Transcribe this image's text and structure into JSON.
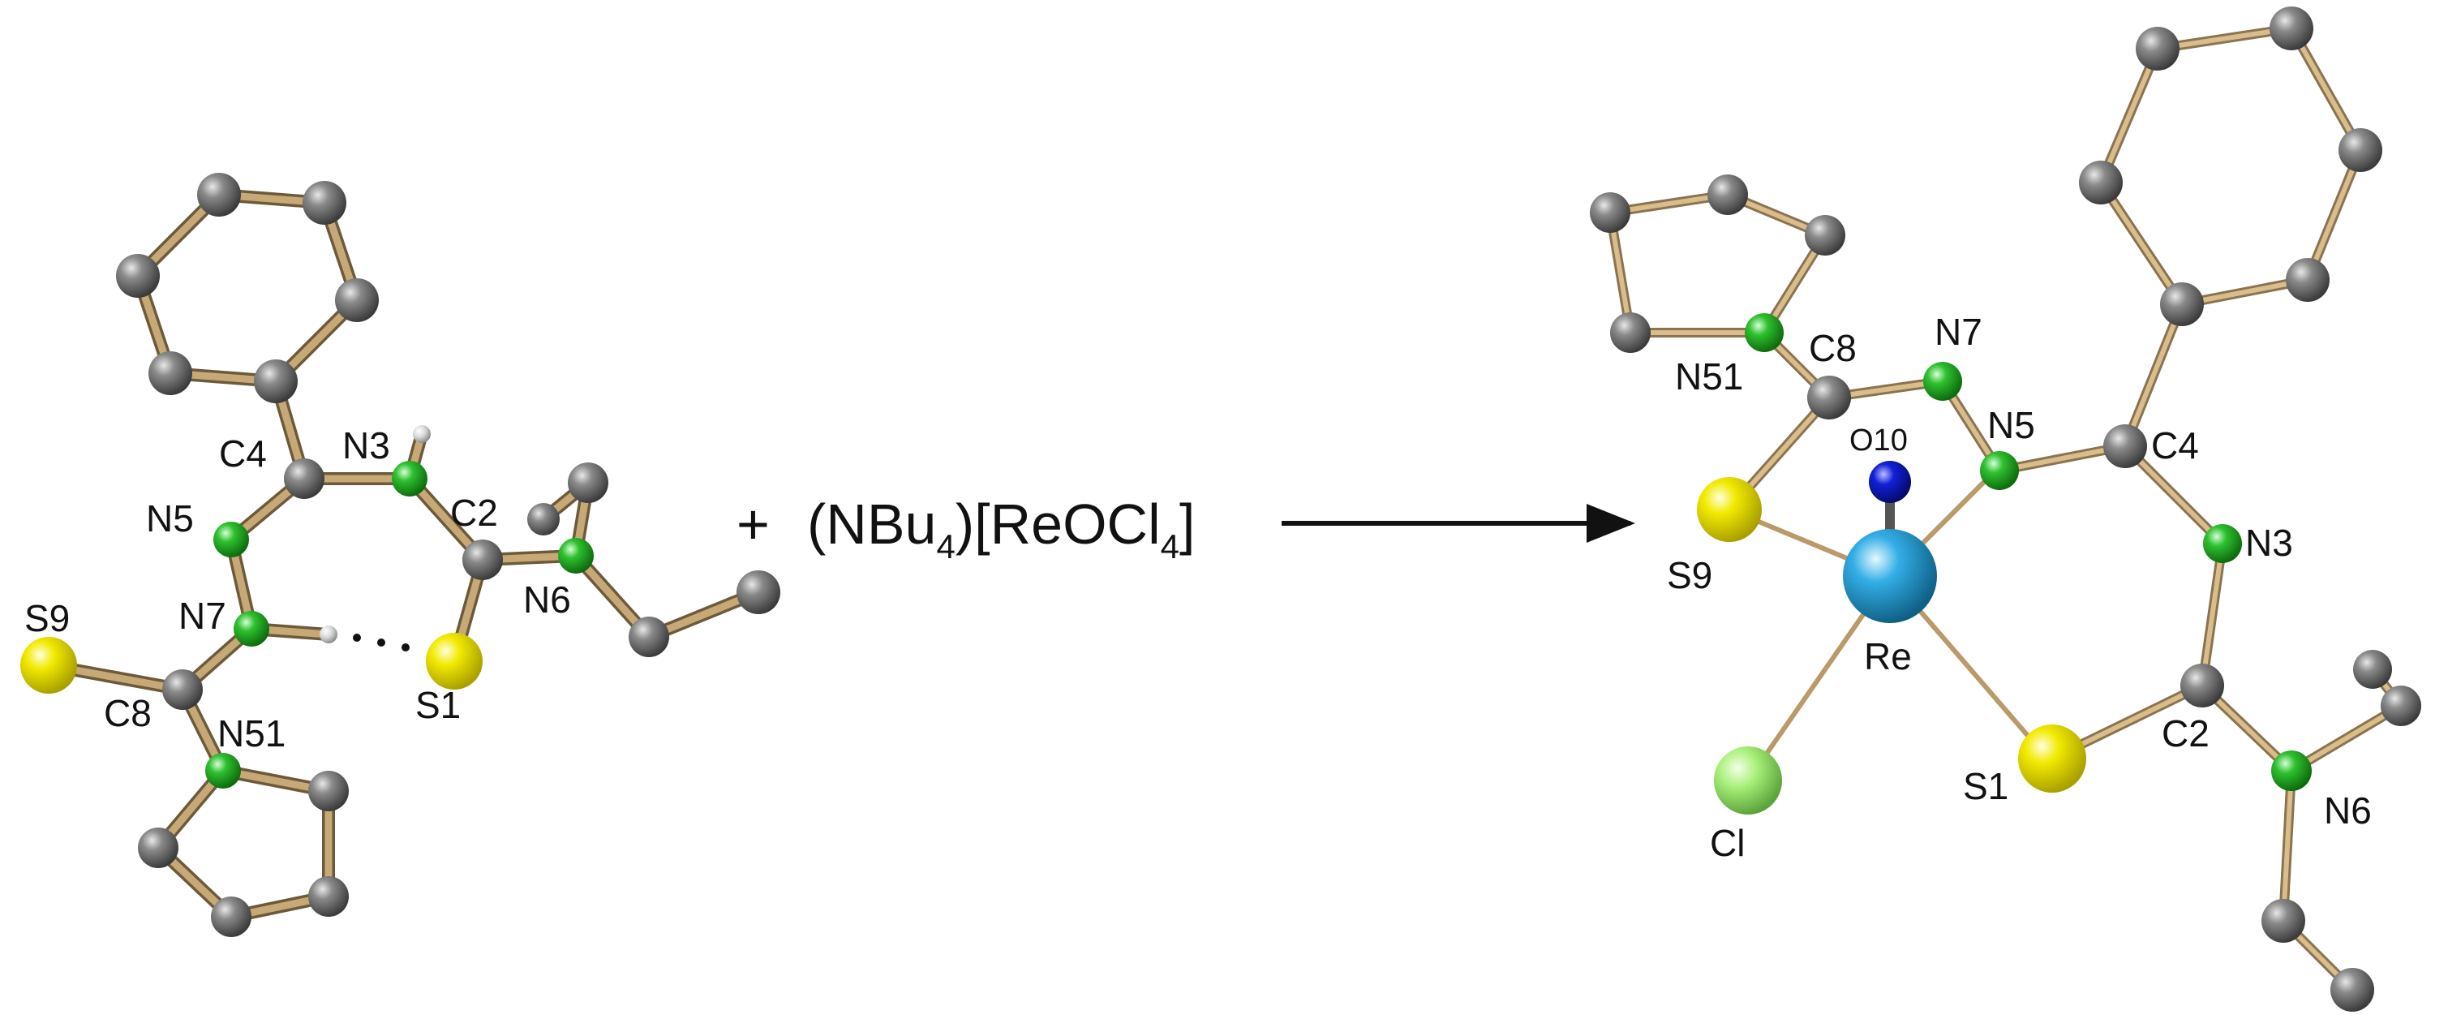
{
  "colors": {
    "bond": "#b99a68",
    "bond_outline": "#6d5a3a",
    "C": "#7b7b7b",
    "N": "#2fc02f",
    "S": "#f2ea00",
    "O": "#1220d8",
    "Re": "#33aee6",
    "Cl": "#a9f07a",
    "H": "#d8d8d8",
    "text": "#111111"
  },
  "reaction": {
    "plus": "+",
    "reagent_open": "(NBu",
    "reagent_sub1": "4",
    "reagent_mid": ")[ReOCl",
    "reagent_sub2": "4",
    "reagent_close": "]",
    "arrow": "reaction-arrow"
  },
  "ligand_labels": [
    "S9",
    "C8",
    "N7",
    "N51",
    "N5",
    "C4",
    "N3",
    "C2",
    "N6",
    "S1"
  ],
  "complex_labels": [
    "N51",
    "C8",
    "N7",
    "N5",
    "O10",
    "S9",
    "Re",
    "C4",
    "N3",
    "C2",
    "N6",
    "S1",
    "Cl"
  ]
}
